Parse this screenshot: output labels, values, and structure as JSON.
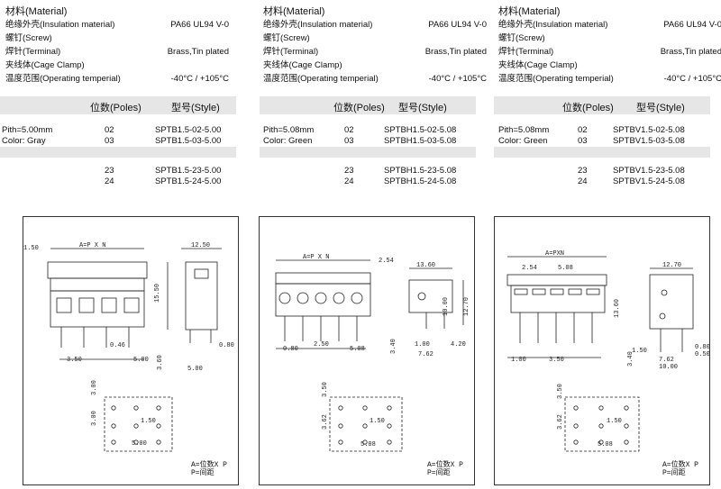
{
  "spec_labels": {
    "material": "材料(Material)",
    "insulation": "绝缘外壳(Insulation material)",
    "screw": "螺钉(Screw)",
    "terminal": "焊针(Terminal)",
    "clamp": "夹线体(Cage Clamp)",
    "temp": "温度范围(Operating temperial)"
  },
  "table_headers": {
    "poles": "位数(Poles)",
    "style": "型号(Style)"
  },
  "columns": [
    {
      "insulation_value": "PA66 UL94 V-0",
      "terminal_value": "Brass,Tin plated",
      "temp_value": "-40°C / +105°C",
      "pitch": "Pith=5.00mm",
      "color": "Color: Gray",
      "rows": [
        {
          "poles": "02",
          "style": "SPTB1.5-02-5.00"
        },
        {
          "poles": "03",
          "style": "SPTB1.5-03-5.00"
        },
        {
          "poles": "23",
          "style": "SPTB1.5-23-5.00"
        },
        {
          "poles": "24",
          "style": "SPTB1.5-24-5.00"
        }
      ],
      "dims": {
        "d1": "1.50",
        "d2": "A=P X N",
        "d3": "12.50",
        "d4": "15.50",
        "d5": "0.46",
        "d6": "0.80",
        "d7": "3.50",
        "d8": "5.00",
        "d9": "3.60",
        "d10": "5.00",
        "d11": "3.00",
        "d12": "3.00",
        "d13": "1.50",
        "d14": "5.00"
      },
      "note1": "A=位数X P",
      "note2": "P=间距"
    },
    {
      "insulation_value": "PA66 UL94 V-0",
      "terminal_value": "Brass,Tin plated",
      "temp_value": "-40°C / +105°C",
      "pitch": "Pith=5.08mm",
      "color": "Color: Green",
      "rows": [
        {
          "poles": "02",
          "style": "SPTBH1.5-02-5.08"
        },
        {
          "poles": "03",
          "style": "SPTBH1.5-03-5.08"
        },
        {
          "poles": "23",
          "style": "SPTBH1.5-23-5.08"
        },
        {
          "poles": "24",
          "style": "SPTBH1.5-24-5.08"
        }
      ],
      "dims": {
        "d1": "A=P X N",
        "d2": "2.54",
        "d3": "13.60",
        "d4": "10.00",
        "d5": "12.70",
        "d6": "0.80",
        "d7": "2.50",
        "d8": "5.08",
        "d9": "3.40",
        "d10": "1.00",
        "d11": "4.20",
        "d12": "7.62",
        "d13": "3.50",
        "d14": "3.62",
        "d15": "1.50",
        "d16": "5.08"
      },
      "note1": "A=位数X P",
      "note2": "P=间距"
    },
    {
      "insulation_value": "PA66 UL94 V-0",
      "terminal_value": "Brass,Tin plated",
      "temp_value": "-40°C / +105°C",
      "pitch": "Pith=5.08mm",
      "color": "Color: Green",
      "rows": [
        {
          "poles": "02",
          "style": "SPTBV1.5-02-5.08"
        },
        {
          "poles": "03",
          "style": "SPTBV1.5-03-5.08"
        },
        {
          "poles": "23",
          "style": "SPTBV1.5-23-5.08"
        },
        {
          "poles": "24",
          "style": "SPTBV1.5-24-5.08"
        }
      ],
      "dims": {
        "d1": "A=PXN",
        "d2": "2.54",
        "d3": "5.08",
        "d4": "12.70",
        "d5": "13.60",
        "d6": "1.50",
        "d7": "0.80",
        "d8": "0.50",
        "d9": "1.00",
        "d10": "3.50",
        "d11": "3.40",
        "d12": "7.62",
        "d13": "10.00",
        "d14": "3.50",
        "d15": "3.62",
        "d16": "1.50",
        "d17": "5.08"
      },
      "note1": "A=位数X P",
      "note2": "P=间距"
    }
  ]
}
